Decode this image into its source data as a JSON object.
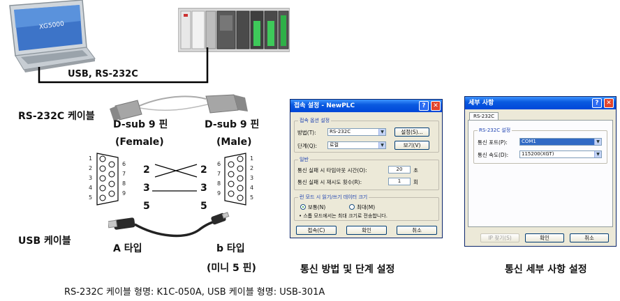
{
  "laptop": {
    "screen_logo": "XG5000"
  },
  "connection_label": "USB, RS-232C",
  "rs232c_cable_label": "RS-232C 케이블",
  "dsub_female": {
    "title": "D-sub 9 핀",
    "sub": "(Female)"
  },
  "dsub_male": {
    "title": "D-sub 9 핀",
    "sub": "(Male)"
  },
  "wiring": {
    "pins_left": [
      "2",
      "3",
      "5"
    ],
    "pins_right": [
      "2",
      "3",
      "5"
    ]
  },
  "connector_pins": {
    "left": [
      "1",
      "2",
      "3",
      "4",
      "5",
      "6",
      "7",
      "8",
      "9"
    ],
    "right": [
      "1",
      "2",
      "3",
      "4",
      "5",
      "6",
      "7",
      "8",
      "9"
    ]
  },
  "usb_cable_label": "USB  케이블",
  "usb_a_label": "A  타입",
  "usb_b_label": "b  타입",
  "usb_b_sub": "(미니 5 핀)",
  "dialog1": {
    "title": "접속 설정 - NewPLC",
    "group1_title": "접속 옵션 설정",
    "method_label": "방법(T):",
    "method_value": "RS-232C",
    "settings_button": "설정(S)...",
    "stage_label": "단계(Q):",
    "stage_value": "로컬",
    "view_button": "보기(V)",
    "group2_title": "일반",
    "timeout_label": "통신 실패 시 타임아웃 시간(O):",
    "timeout_value": "20",
    "timeout_unit": "초",
    "retry_label": "통신 실패 시 재시도 횟수(R):",
    "retry_value": "1",
    "retry_unit": "회",
    "group3_title": "런 모드 시 읽기/쓰기 데이터 크기",
    "radio_normal": "보통(N)",
    "radio_max": "최대(M)",
    "note": "• 스톱 모드에서는 최대 크기로 전송합니다.",
    "connect_button": "접속(C)",
    "ok_button": "확인",
    "cancel_button": "취소"
  },
  "dialog2": {
    "title": "세부 사항",
    "tab": "RS-232C",
    "group_title": "RS-232C 설정",
    "port_label": "통신 포트(P):",
    "port_value": "COM1",
    "speed_label": "통신 속도(D):",
    "speed_value": "115200(XGT)",
    "ip_button": "IP 찾기(S)",
    "ok_button": "확인",
    "cancel_button": "취소"
  },
  "caption_dialog1": "통신 방법 및 단계 설정",
  "caption_dialog2": "통신 세부 사항 설정",
  "footer": "RS-232C 케이블 형명: K1C-050A, USB 케이블 형명: USB-301A"
}
